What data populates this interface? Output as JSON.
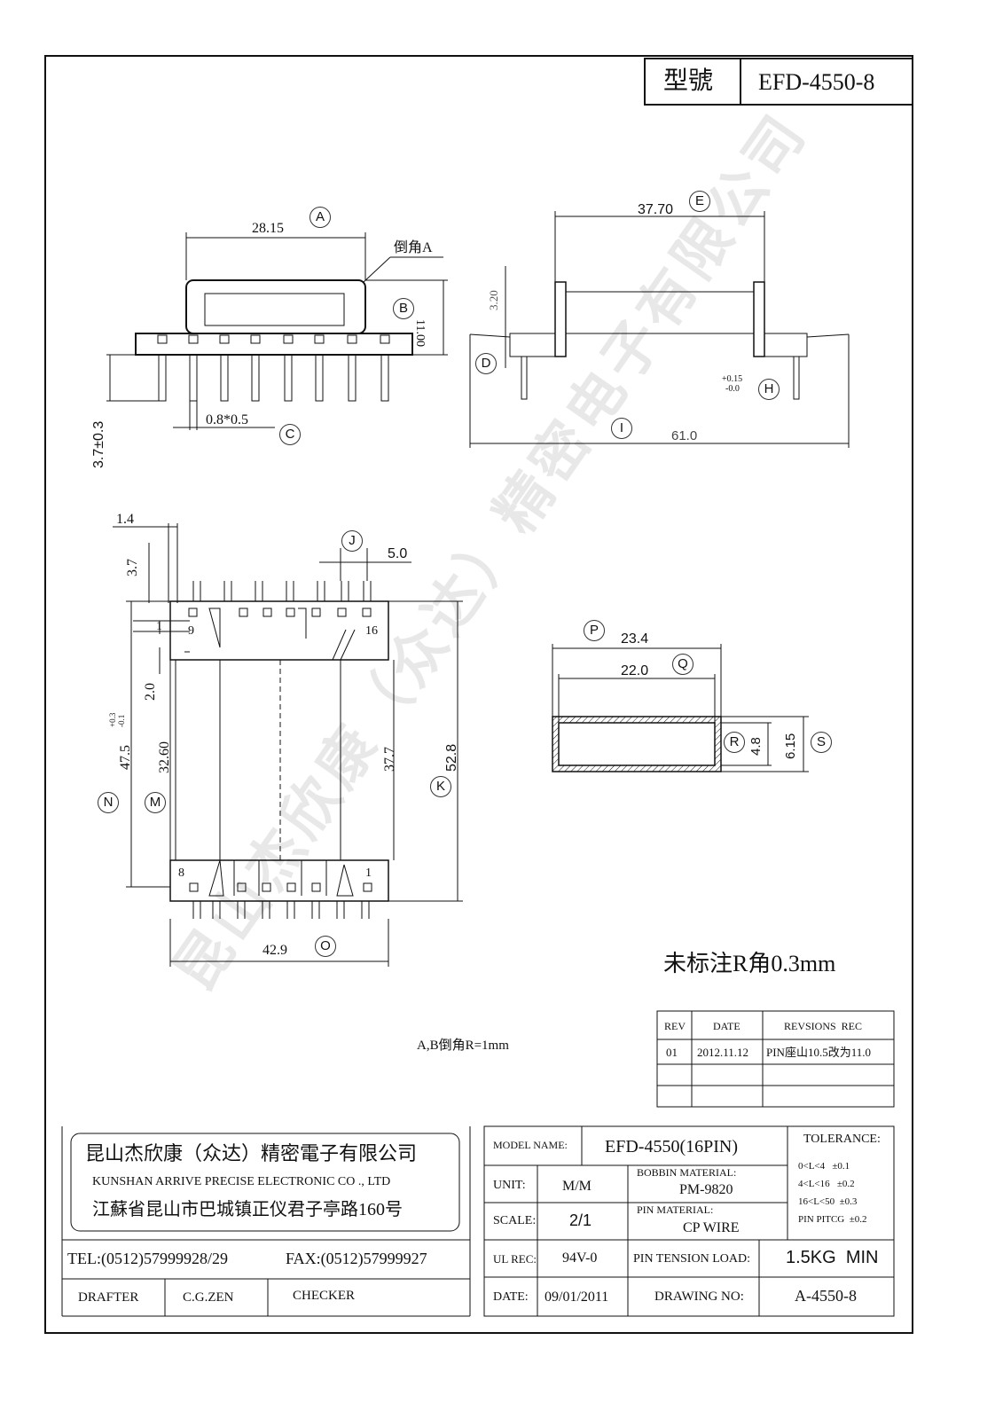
{
  "header": {
    "model_label": "型號",
    "model_value": "EFD-4550-8"
  },
  "watermark": "昆山杰欣康（众达）精密电子有限公司",
  "labels": {
    "A": "A",
    "B": "B",
    "C": "C",
    "D": "D",
    "E": "E",
    "H": "H",
    "I": "I",
    "J": "J",
    "K": "K",
    "M": "M",
    "N": "N",
    "O": "O",
    "P": "P",
    "Q": "Q",
    "R": "R",
    "S": "S"
  },
  "dims": {
    "a_value": "28.15",
    "chamfer_a": "倒角A",
    "b_value": "11.00",
    "c_value": "0.8*0.5",
    "left_pin": "3.7±0.3",
    "e_value": "37.70",
    "d_value": "3.20",
    "h_tol_plus": "+0.15",
    "h_tol_minus": "-0.0",
    "i_value": "61.0",
    "top_w": "1.4",
    "top_h": "3.7",
    "j_value": "5.0",
    "side_1": "1",
    "side_2": "2.0",
    "n_value": "47.5",
    "n_tol_plus": "+0.3",
    "n_tol_minus": "-0.1",
    "m_value": "32.60",
    "mid_value": "37.7",
    "k_value": "52.8",
    "o_value": "42.9",
    "pin_9": "9",
    "pin_16": "16",
    "pin_8": "8",
    "pin_1": "1",
    "p_value": "23.4",
    "q_value": "22.0",
    "r_value": "4.8",
    "s_value": "6.15"
  },
  "notes": {
    "radius_note": "未标注R角0.3mm",
    "chamfer_note": "A,B倒角R=1mm"
  },
  "revisions": {
    "headers": [
      "REV",
      "DATE",
      "REVSIONS  REC"
    ],
    "rows": [
      [
        "01",
        "2012.11.12",
        "PIN座山10.5改为11.0"
      ],
      [
        "",
        "",
        ""
      ],
      [
        "",
        "",
        ""
      ]
    ]
  },
  "company": {
    "name_cn": "昆山杰欣康（众达）精密電子有限公司",
    "name_en": "KUNSHAN ARRIVE PRECISE ELECTRONIC CO ., LTD",
    "address": "江蘇省昆山市巴城镇正仪君子亭路160号",
    "tel": "TEL:(0512)57999928/29",
    "fax": "FAX:(0512)57999927",
    "drafter_label": "DRAFTER",
    "drafter": "C.G.ZEN",
    "checker_label": "CHECKER"
  },
  "titleblock": {
    "model_name_label": "MODEL NAME:",
    "model_name": "EFD-4550(16PIN)",
    "tolerance_label": "TOLERANCE:",
    "unit_label": "UNIT:",
    "unit": "M/M",
    "bobbin_label": "BOBBIN MATERIAL:",
    "bobbin": "PM-9820",
    "tol_rows": [
      "0<L<4   ±0.1",
      "4<L<16   ±0.2",
      "16<L<50  ±0.3",
      "PIN PITCG  ±0.2"
    ],
    "scale_label": "SCALE:",
    "scale": "2/1",
    "pin_material_label": "PIN MATERIAL:",
    "pin_material": "CP WIRE",
    "ul_label": "UL REC:",
    "ul": "94V-0",
    "pin_tension_label": "PIN TENSION LOAD:",
    "pin_tension": "1.5KG  MIN",
    "date_label": "DATE:",
    "date": "09/01/2011",
    "drawing_no_label": "DRAWING NO:",
    "drawing_no": "A-4550-8"
  }
}
